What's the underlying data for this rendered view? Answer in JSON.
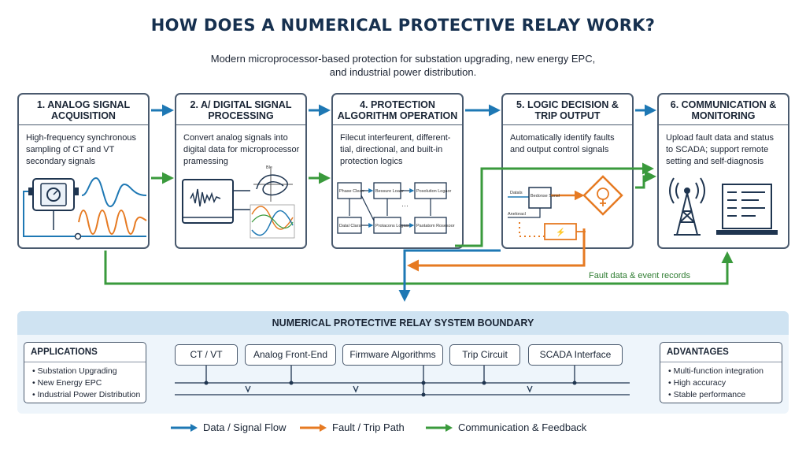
{
  "title": "HOW DOES A NUMERICAL PROTECTIVE RELAY WORK?",
  "subtitle": "Modern microprocessor-based protection for substation upgrading, new energy EPC, and industrial power distribution.",
  "stages": [
    {
      "title": "1. ANALOG SIGNAL ACQUISITION",
      "desc": "High-frequency synchronous sampling of CT and VT secondary signals"
    },
    {
      "title": "2. A/ DIGITAL SIGNAL PROCESSING",
      "desc": "Convert analog signals into digital data for microprocessor pramessing"
    },
    {
      "title": "4. PROTECTION ALGORITHM OPERATION",
      "desc": "Filecut interfeurent, different- tial, directional, and built-in protection logics"
    },
    {
      "title": "5. LOGIC DECISION & TRIP OUTPUT",
      "desc": "Automatically identify faults and output control signals"
    },
    {
      "title": "6. COMMUNICATION & MONITORING",
      "desc": "Upload fault data and status to SCADA; support remote setting and self-diagnosis"
    }
  ],
  "fault_note": "Fault data & event records",
  "boundary": {
    "title": "NUMERICAL PROTECTIVE RELAY SYSTEM BOUNDARY"
  },
  "applications": {
    "title": "APPLICATIONS",
    "items": [
      "Substation Upgrading",
      "New Energy EPC",
      "Industrial Power Distribution"
    ]
  },
  "advantages": {
    "title": "ADVANTAGES",
    "items": [
      "Multi-function integration",
      "High accuracy",
      "Stable performance"
    ]
  },
  "chain": [
    "CT / VT",
    "Analog Front-End",
    "Firmware Algorithms",
    "Trip Circuit",
    "SCADA Interface"
  ],
  "algo_blocks": [
    "Phase Clearr",
    "Bessure Loaor",
    "Posolution Logaor",
    "Datal Clarst",
    "Protacons Logaar",
    "Paotatom Rosesoor"
  ],
  "logic_labels": [
    "Datals",
    "Bedonse Sonsl",
    "Aneloracl"
  ],
  "plot_labels": [
    "Ble"
  ],
  "legend": [
    {
      "label": "Data / Signal Flow",
      "color": "#1e78b4"
    },
    {
      "label": "Fault / Trip Path",
      "color": "#e67a22"
    },
    {
      "label": "Communication & Feedback",
      "color": "#3a9a3c"
    }
  ],
  "colors": {
    "data": "#1e78b4",
    "fault": "#e67a22",
    "comm": "#3a9a3c",
    "outline": "#4a5a6e"
  }
}
